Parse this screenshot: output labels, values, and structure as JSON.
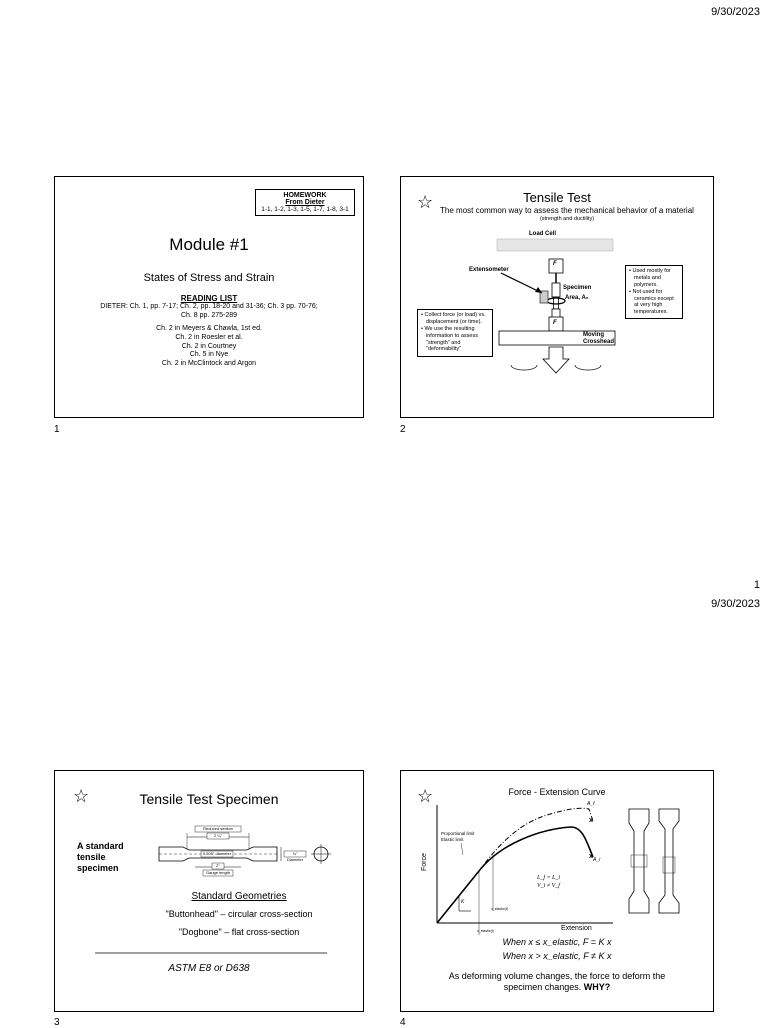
{
  "page1": {
    "date": "9/30/2023",
    "page_number": "1"
  },
  "page2": {
    "date": "9/30/2023"
  },
  "slide1": {
    "number": "1",
    "homework": {
      "title": "HOMEWORK",
      "subtitle": "From Dieter",
      "problems": "1-1, 1-2, 1-3, 1-5, 1-7, 1-8, 3-1"
    },
    "title": "Module #1",
    "subtitle": "States of Stress and Strain",
    "reading_heading": "READING LIST",
    "reading_lines": [
      "DIETER: Ch. 1, pp. 7-17; Ch. 2, pp. 18-20 and 31-36; Ch. 3 pp. 70-76;",
      "Ch. 8 pp. 275-289"
    ],
    "refs": [
      "Ch. 2 in Meyers & Chawla, 1st ed.",
      "Ch. 2 in Roesler et al.",
      "Ch. 2 in Courtney",
      "Ch. 5 in Nye",
      "Ch. 2 in McClintock and Argon"
    ]
  },
  "slide2": {
    "number": "2",
    "star": "☆",
    "title": "Tensile Test",
    "subtitle": "The most common way to assess the mechanical behavior of a material",
    "subnote": "(strength and ductility)",
    "labels": {
      "load_cell": "Load Cell",
      "extensometer": "Extensometer",
      "specimen": "Specimen",
      "area": "Area, A₀",
      "force": "F",
      "crosshead_1": "Moving",
      "crosshead_2": "Crosshead"
    },
    "left_bullets": [
      "Collect force (or load) vs. displacement (or time).",
      "We use the resulting information to assess \"strength\" and \"deformability\""
    ],
    "right_bullets": [
      "Used mostly for metals and polymers.",
      "Not used for ceramics except at very high temperatures."
    ]
  },
  "slide3": {
    "number": "3",
    "star": "☆",
    "title": "Tensile Test Specimen",
    "side_label": [
      "A standard",
      "tensile",
      "specimen"
    ],
    "dims": {
      "reduced": "Reduced section",
      "reduced_len": "2 ¼\"",
      "diameter": "0.505\" diameter",
      "gauge": "2\"",
      "gauge_label": "Gauge length",
      "end_dia": "¾\" Diameter"
    },
    "geometries_heading": "Standard Geometries",
    "geometry_1": "\"Buttonhead\" – circular cross-section",
    "geometry_2": "\"Dogbone\" – flat cross-section",
    "standard": "ASTM E8 or D638"
  },
  "slide4": {
    "number": "4",
    "star": "☆",
    "title": "Force - Extension Curve",
    "ylabel": "Force",
    "xlabel": "Extension",
    "annotations": {
      "prop_limit_1": "Proportional limit",
      "prop_limit_2": "Elastic limit",
      "A_f": "A_f",
      "A_i": "A_i",
      "x_mark": "x",
      "K": "K",
      "eq1": "L_f = L_i",
      "eq2": "V_i ≠ V_f",
      "x_elastic_upper": "x_elastic(f)",
      "x_elastic_lower": "x_elastic(i)"
    },
    "equation_1": "When x ≤ x_elastic, F = K x",
    "equation_2": "When x > x_elastic, F ≠ K x",
    "question_1": "As deforming volume changes, the force to deform the",
    "question_2": "specimen changes.",
    "why": "WHY?"
  }
}
